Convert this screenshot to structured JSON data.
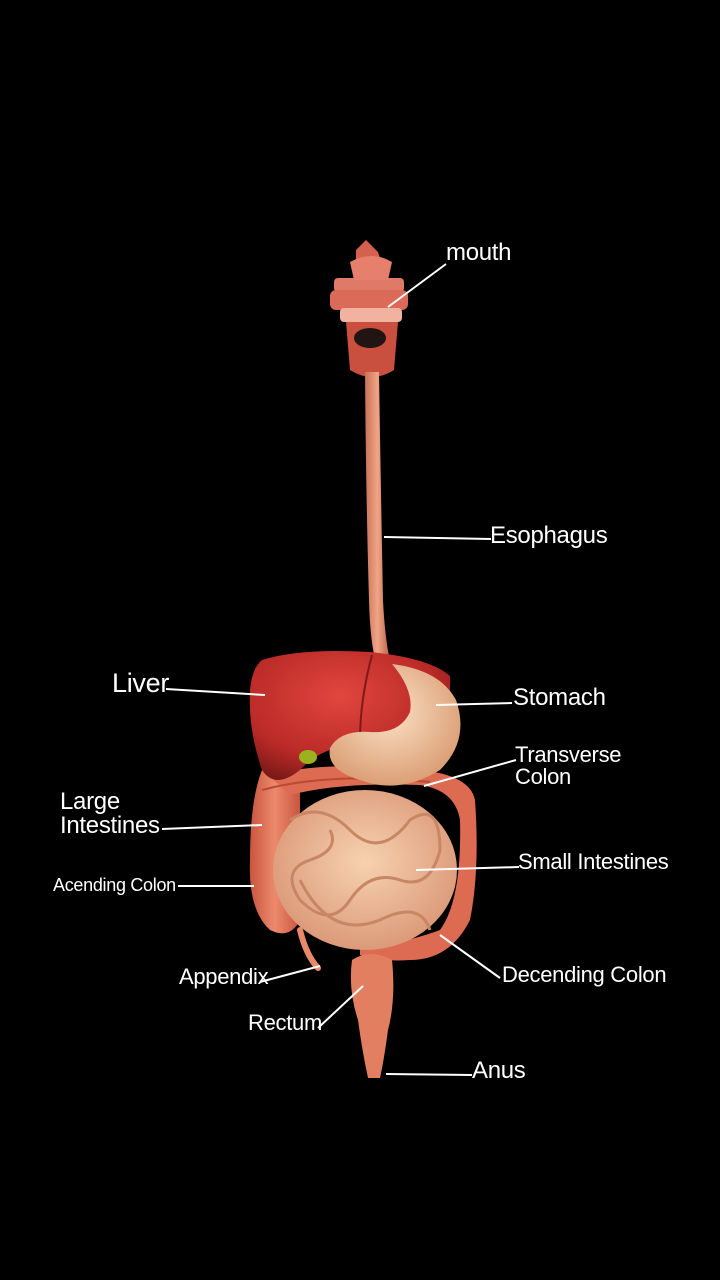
{
  "diagram": {
    "title": "",
    "labels": {
      "mouth": "mouth",
      "esophagus": "Esophagus",
      "liver": "Liver",
      "stomach": "Stomach",
      "transverse_colon": "Transverse\nColon",
      "large_intestines": "Large\nIntestines",
      "small_intestines": "Small Intestines",
      "ascending_colon": "Acending Colon",
      "appendix": "Appendix",
      "descending_colon": "Decending Colon",
      "rectum": "Rectum",
      "anus": "Anus"
    },
    "colors": {
      "background": "#000000",
      "label_text": "#ffffff",
      "leader_line": "#ffffff",
      "liver": "#c8302c",
      "stomach": "#f3c9a3",
      "colon": "#e2735a",
      "small_intestine": "#f2c09a",
      "esophagus": "#e59a7a",
      "mouth": "#d9604e"
    },
    "icons": [
      "digestive-system-illustration"
    ]
  }
}
